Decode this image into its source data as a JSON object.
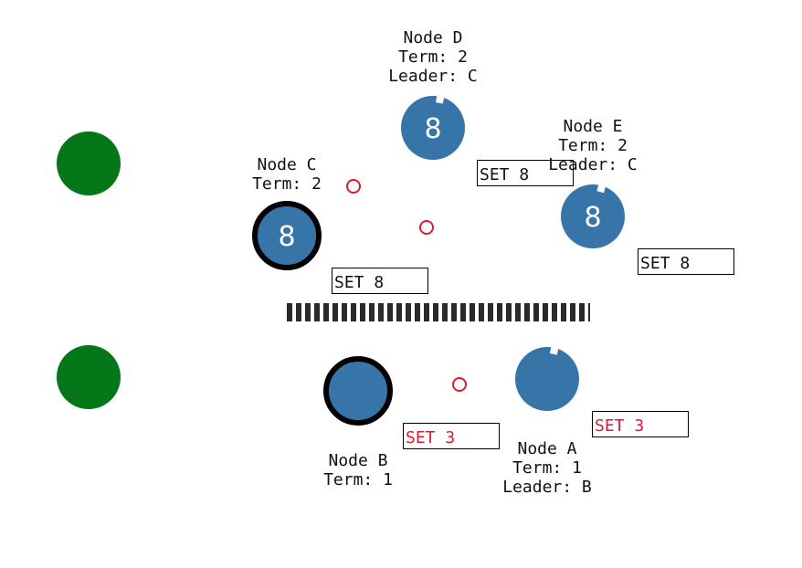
{
  "colors": {
    "node_fill": "#3775a8",
    "leader_ring": "#000000",
    "client": "#047718",
    "message": "#e0192f",
    "partition": "#2a2a2a",
    "uncommitted_text": "#e0192f",
    "committed_text": "#111111"
  },
  "clients": [
    {
      "name": "client-top"
    },
    {
      "name": "client-bottom"
    }
  ],
  "nodes": {
    "d": {
      "label": "Node D",
      "term": "Term: 2",
      "leader": "Leader: C",
      "value": "8"
    },
    "e": {
      "label": "Node E",
      "term": "Term: 2",
      "leader": "Leader: C",
      "value": "8"
    },
    "c": {
      "label": "Node C",
      "term": "Term: 2",
      "value": "8"
    },
    "b": {
      "label": "Node B",
      "term": "Term: 1"
    },
    "a": {
      "label": "Node A",
      "term": "Term: 1",
      "leader": "Leader: B"
    }
  },
  "logs": {
    "d": {
      "entry": "SET 8",
      "committed": true
    },
    "e": {
      "entry": "SET 8",
      "committed": true
    },
    "c": {
      "entry": "SET 8",
      "committed": true
    },
    "b": {
      "entry": "SET 3",
      "committed": false
    },
    "a": {
      "entry": "SET 3",
      "committed": false
    }
  },
  "messages": [
    {
      "name": "message-c-to-d"
    },
    {
      "name": "message-c-to-e"
    },
    {
      "name": "message-b-to-a"
    }
  ],
  "partition": {
    "name": "network-partition"
  }
}
